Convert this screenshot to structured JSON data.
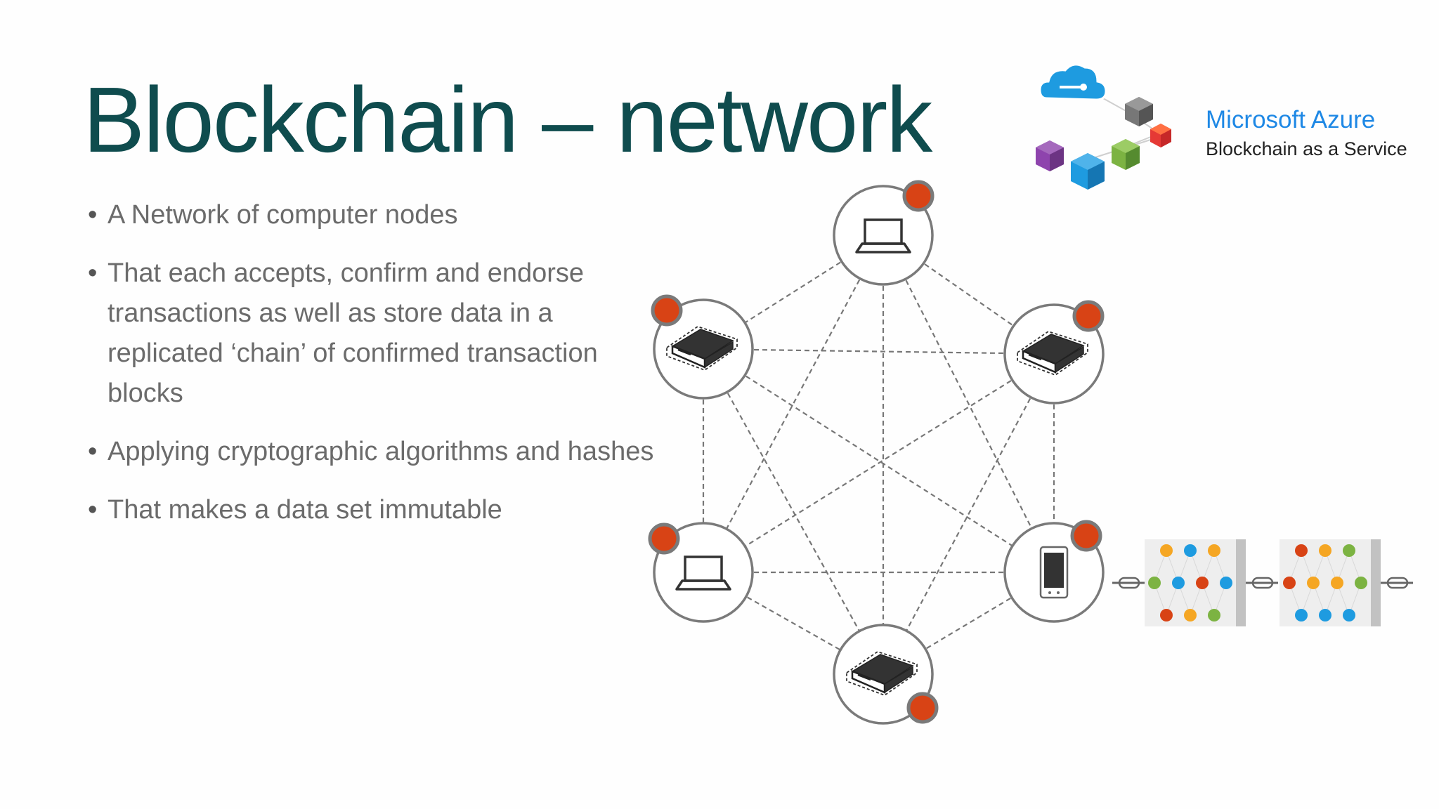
{
  "slide": {
    "title": "Blockchain – network",
    "bullets": [
      "A Network of computer nodes",
      "That each accepts, confirm and endorse transactions as well as store data in a replicated ‘chain’ of confirmed transaction blocks",
      "Applying cryptographic algorithms and hashes",
      "That makes a data set immutable"
    ]
  },
  "brand": {
    "name": "Microsoft Azure",
    "subtitle": "Blockchain as a Service",
    "icons": [
      "cloud-icon",
      "cube-icon"
    ],
    "colors": {
      "name": "#1e88e5",
      "cloud": "#1e9be0"
    }
  },
  "diagram": {
    "nodes": [
      {
        "id": "top",
        "device": "laptop"
      },
      {
        "id": "upper-left",
        "device": "server"
      },
      {
        "id": "upper-right",
        "device": "server"
      },
      {
        "id": "lower-left",
        "device": "laptop"
      },
      {
        "id": "lower-right",
        "device": "phone"
      },
      {
        "id": "bottom",
        "device": "server"
      }
    ],
    "edges": [
      [
        "top",
        "upper-left"
      ],
      [
        "top",
        "upper-right"
      ],
      [
        "top",
        "lower-left"
      ],
      [
        "top",
        "lower-right"
      ],
      [
        "top",
        "bottom"
      ],
      [
        "upper-left",
        "upper-right"
      ],
      [
        "upper-left",
        "lower-left"
      ],
      [
        "upper-left",
        "lower-right"
      ],
      [
        "upper-left",
        "bottom"
      ],
      [
        "upper-right",
        "lower-left"
      ],
      [
        "upper-right",
        "lower-right"
      ],
      [
        "upper-right",
        "bottom"
      ],
      [
        "lower-left",
        "lower-right"
      ],
      [
        "lower-left",
        "bottom"
      ],
      [
        "lower-right",
        "bottom"
      ]
    ],
    "colors": {
      "node_ring": "#7a7a7a",
      "status_dot": "#d84315",
      "edge": "#777777",
      "device": "#333333"
    },
    "chain_blocks": [
      {
        "dots": [
          "#f5a623",
          "#1e9be0",
          "#f5a623",
          "#7cb342",
          "#1e9be0",
          "#d84315",
          "#1e9be0",
          "#d84315",
          "#f5a623",
          "#7cb342"
        ]
      },
      {
        "dots": [
          "#d84315",
          "#f5a623",
          "#7cb342",
          "#d84315",
          "#f5a623",
          "#f5a623",
          "#7cb342",
          "#1e9be0",
          "#1e9be0",
          "#1e9be0"
        ]
      }
    ]
  }
}
